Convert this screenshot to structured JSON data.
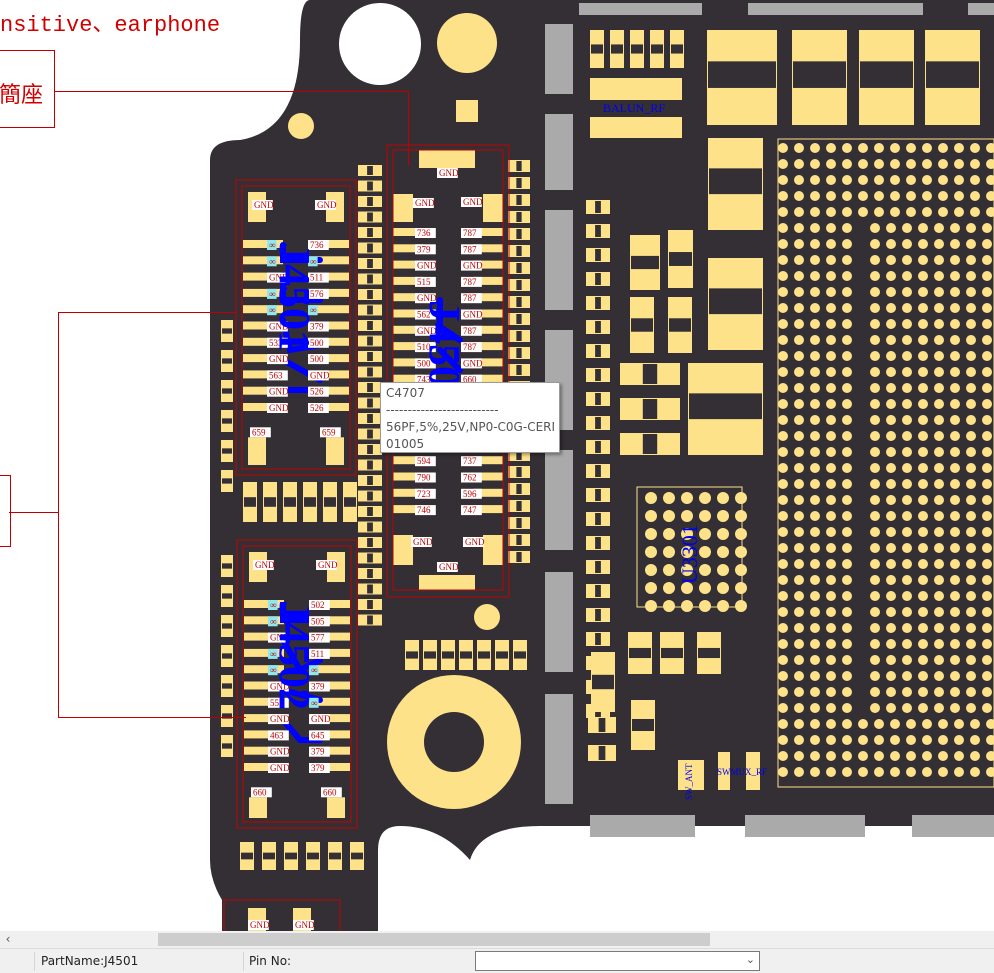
{
  "annotations": {
    "top_text": "nsitive、earphone",
    "box1_text": "簡座"
  },
  "components": {
    "j4501_label": "J4501",
    "j4500_label": "J4500",
    "j4502_label": "J4502",
    "balun": "BALUN_RF",
    "u3301": "U3301",
    "swmux": "SWMUX_RF",
    "small_part": "SW_ANT"
  },
  "connectors": {
    "upper_left": {
      "top_pads": [
        "GND",
        "GND"
      ],
      "left": [
        "∞",
        "∞",
        "GND",
        "∞",
        "∞",
        "GND",
        "533",
        "GND",
        "563",
        "GND",
        "GND"
      ],
      "right": [
        "736",
        "∞",
        "511",
        "576",
        "∞",
        "379",
        "500",
        "500",
        "GND",
        "526",
        "526"
      ],
      "bottom_pads": [
        "659",
        "659"
      ]
    },
    "lower_left": {
      "top_pads": [
        "GND",
        "GND"
      ],
      "left": [
        "∞",
        "∞",
        "GND",
        "∞",
        "∞",
        "GND",
        "555",
        "GND",
        "463",
        "GND",
        "GND"
      ],
      "right": [
        "502",
        "505",
        "577",
        "511",
        "∞",
        "379",
        "∞",
        "GND",
        "645",
        "379",
        "379"
      ],
      "bottom_pads": [
        "660",
        "660"
      ]
    },
    "middle": {
      "top_pad": "GND",
      "top_pads": [
        "GND",
        "GND"
      ],
      "left": [
        "736",
        "379",
        "GND",
        "515",
        "GND",
        "562",
        "GND",
        "510",
        "500",
        "743",
        "",
        "",
        "",
        "",
        "594",
        "790",
        "723",
        "746"
      ],
      "right": [
        "787",
        "787",
        "GND",
        "787",
        "787",
        "GND",
        "787",
        "787",
        "GND",
        "660",
        "",
        "",
        "",
        "",
        "737",
        "762",
        "596",
        "747"
      ],
      "bottom_pads": [
        "GND",
        "GND"
      ],
      "bottom_pad": "GND"
    },
    "bottom_partial": [
      "GND",
      "GND"
    ]
  },
  "tooltip": {
    "part": "C4707",
    "divider": "--------------------------",
    "value": "56PF,5%,25V,NP0-C0G-CERM",
    "package": "01005"
  },
  "scrollbar": {
    "left_arrow": "‹"
  },
  "statusbar": {
    "part_name": "PartName:J4501",
    "pin_label": "Pin No:",
    "pin_value": "",
    "dropdown_icon": "chevron-down-icon",
    "chevron": "⌄"
  },
  "colors": {
    "board": "#332f35",
    "pad": "#fde28a",
    "outline": "#c00000",
    "label_text": "#0000ee",
    "trace": "#7a3b34",
    "highlight_net": "#0000ff",
    "pin_label_nc": "#8ee8ee"
  }
}
